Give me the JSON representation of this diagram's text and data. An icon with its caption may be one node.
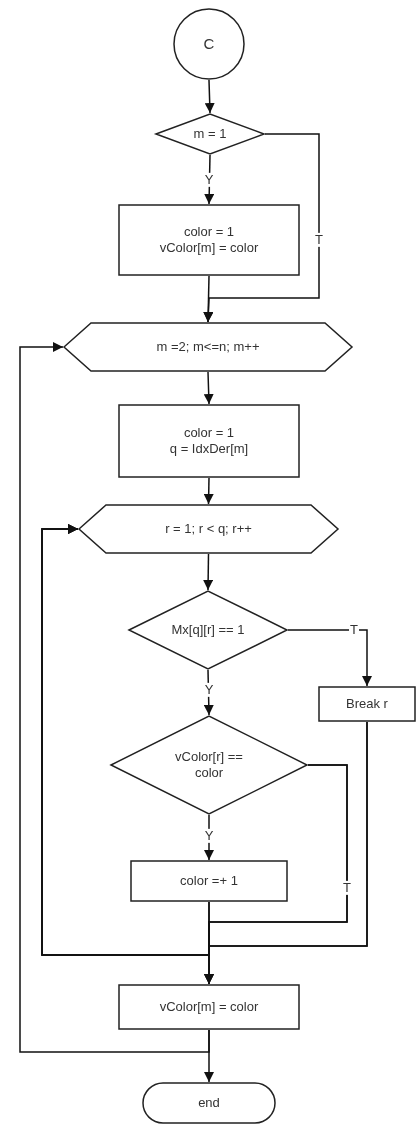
{
  "diagram": {
    "nodes": [
      {
        "text": [
          "C"
        ]
      },
      {
        "text": [
          "m = 1"
        ]
      },
      {
        "text": [
          "color = 1",
          "vColor[m] = color"
        ]
      },
      {
        "text": [
          "m =2; m<=n; m++"
        ]
      },
      {
        "text": [
          "color = 1",
          "q = IdxDer[m]"
        ]
      },
      {
        "text": [
          "r = 1; r < q; r++"
        ]
      },
      {
        "text": [
          "Mx[q][r] == 1"
        ]
      },
      {
        "text": [
          "Break r"
        ]
      },
      {
        "text": [
          "vColor[r] == color"
        ]
      },
      {
        "text": [
          "color =+ 1"
        ]
      },
      {
        "text": [
          "vColor[m] = color"
        ]
      },
      {
        "text": [
          "end"
        ]
      }
    ],
    "edges": [
      {
        "from": 0,
        "to": 1,
        "arrow": "to"
      },
      {
        "from": 1,
        "to": 2,
        "arrow": "to",
        "label": "Y"
      },
      {
        "from": 2,
        "to": 3,
        "arrow": "to"
      },
      {
        "from": 1,
        "to": 3,
        "arrow": "to",
        "label": "T"
      },
      {
        "from": 3,
        "to": 4,
        "arrow": "to"
      },
      {
        "from": 4,
        "to": 5,
        "arrow": "to"
      },
      {
        "from": 5,
        "to": 6,
        "arrow": "to"
      },
      {
        "from": 6,
        "to": 8,
        "arrow": "to",
        "label": "Y"
      },
      {
        "from": 6,
        "to": 7,
        "arrow": "to",
        "label": "T"
      },
      {
        "from": 8,
        "to": 9,
        "arrow": "to",
        "label": "Y"
      },
      {
        "from": 9,
        "to": 10,
        "arrow": "to"
      },
      {
        "from": 8,
        "to": 10,
        "arrow": "to",
        "label": "T"
      },
      {
        "from": 7,
        "to": 10,
        "arrow": "to"
      },
      {
        "from": 9,
        "to": 5,
        "arrow": "to"
      },
      {
        "from": 8,
        "to": 5,
        "arrow": "to"
      },
      {
        "from": 7,
        "to": 5,
        "arrow": "to"
      },
      {
        "from": 10,
        "to": 11,
        "arrow": "to"
      },
      {
        "from": 10,
        "to": 3,
        "arrow": "to"
      }
    ]
  }
}
